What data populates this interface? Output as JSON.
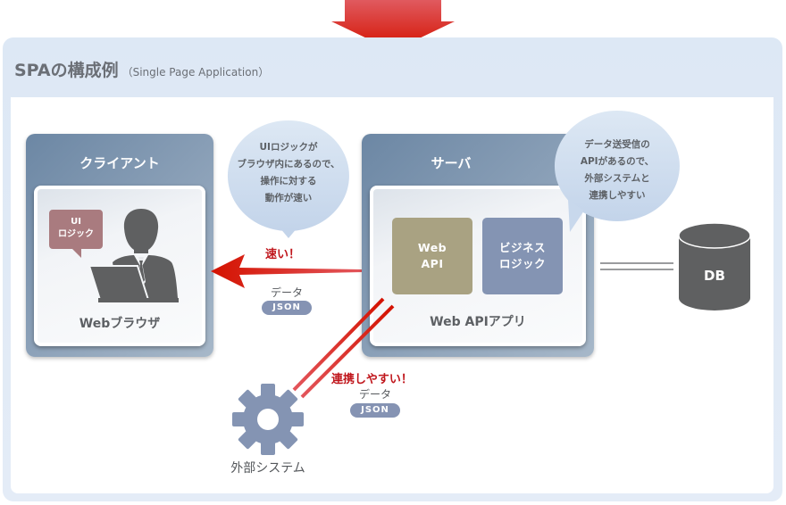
{
  "title": {
    "main": "SPAの構成例",
    "sub": "（Single Page Application）"
  },
  "client": {
    "title": "クライアント",
    "card_label": "Webブラウザ",
    "ui_logic_bubble": [
      "UI",
      "ロジック"
    ]
  },
  "server": {
    "title": "サーバ",
    "card_label": "Web APIアプリ",
    "tiles": [
      {
        "lines": [
          "Web",
          "API"
        ],
        "color": "#a9a282"
      },
      {
        "lines": [
          "ビジネス",
          "ロジック"
        ],
        "color": "#8494b3"
      }
    ]
  },
  "bubbles": {
    "client_speed": [
      "UIロジックが",
      "ブラウザ内にあるので、",
      "操作に対する",
      "動作が速い"
    ],
    "api_integration": [
      "データ送受信の",
      "APIがあるので、",
      "外部システムと",
      "連携しやすい"
    ]
  },
  "arrows": {
    "fast": {
      "label": "速い！",
      "data_label": "データ",
      "format": "JSON"
    },
    "external": {
      "label": "連携しやすい！",
      "data_label": "データ",
      "format": "JSON"
    }
  },
  "db": {
    "label": "DB"
  },
  "external_system": {
    "label": "外部システム",
    "icon": "gear-icon"
  },
  "colors": {
    "accent_red": "#d2150f",
    "box_blue": "#7b93ad",
    "json_pill": "#8593b3",
    "ui_logic": "#a97b7f",
    "dark_gray": "#5f6061",
    "gear": "#8494b3"
  }
}
